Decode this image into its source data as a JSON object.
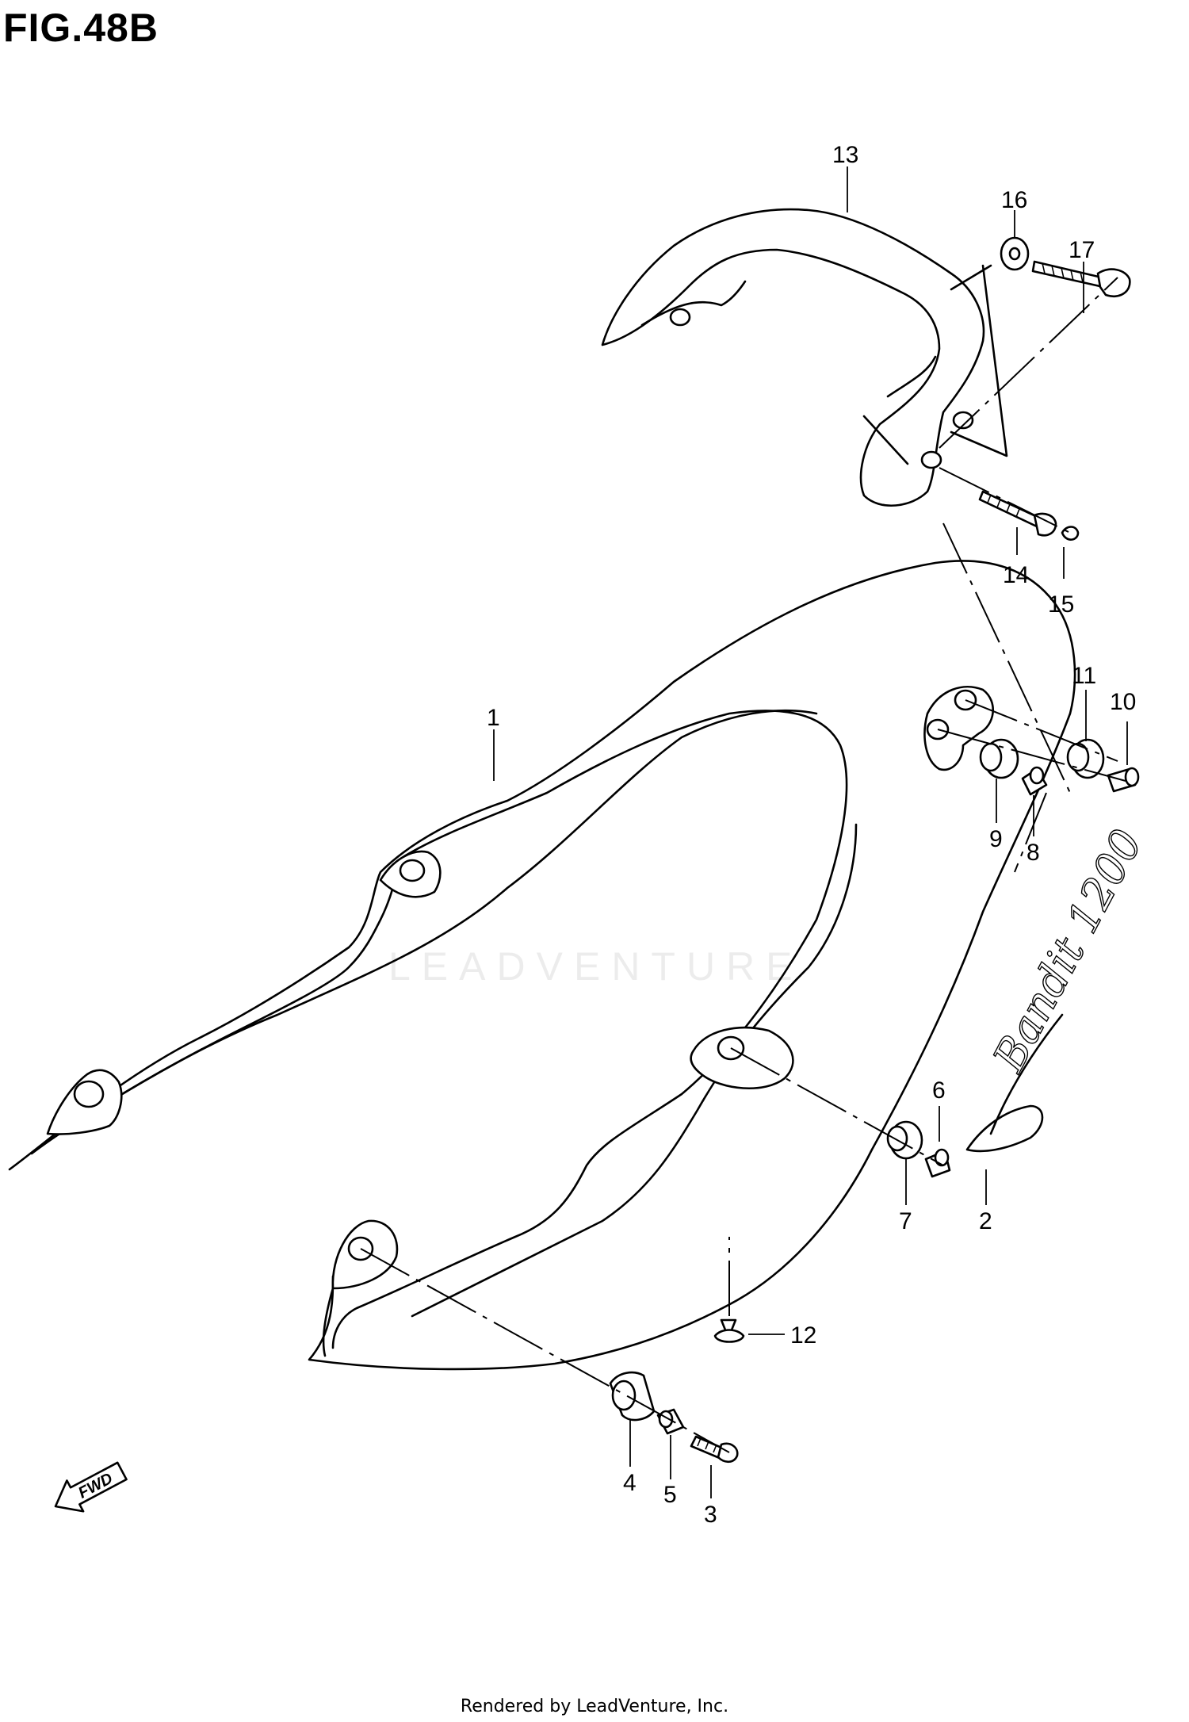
{
  "figure": {
    "title": "FIG.48B",
    "footer": "Rendered by LeadVenture, Inc.",
    "watermark": "LEADVENTURE",
    "fwd_label": "FWD",
    "emblem_text": "Bandit 1200"
  },
  "callouts": {
    "p1": "1",
    "p2": "2",
    "p3": "3",
    "p4": "4",
    "p5": "5",
    "p6": "6",
    "p7": "7",
    "p8": "8",
    "p9": "9",
    "p10": "10",
    "p11": "11",
    "p12": "12",
    "p13": "13",
    "p14": "14",
    "p15": "15",
    "p16": "16",
    "p17": "17"
  }
}
